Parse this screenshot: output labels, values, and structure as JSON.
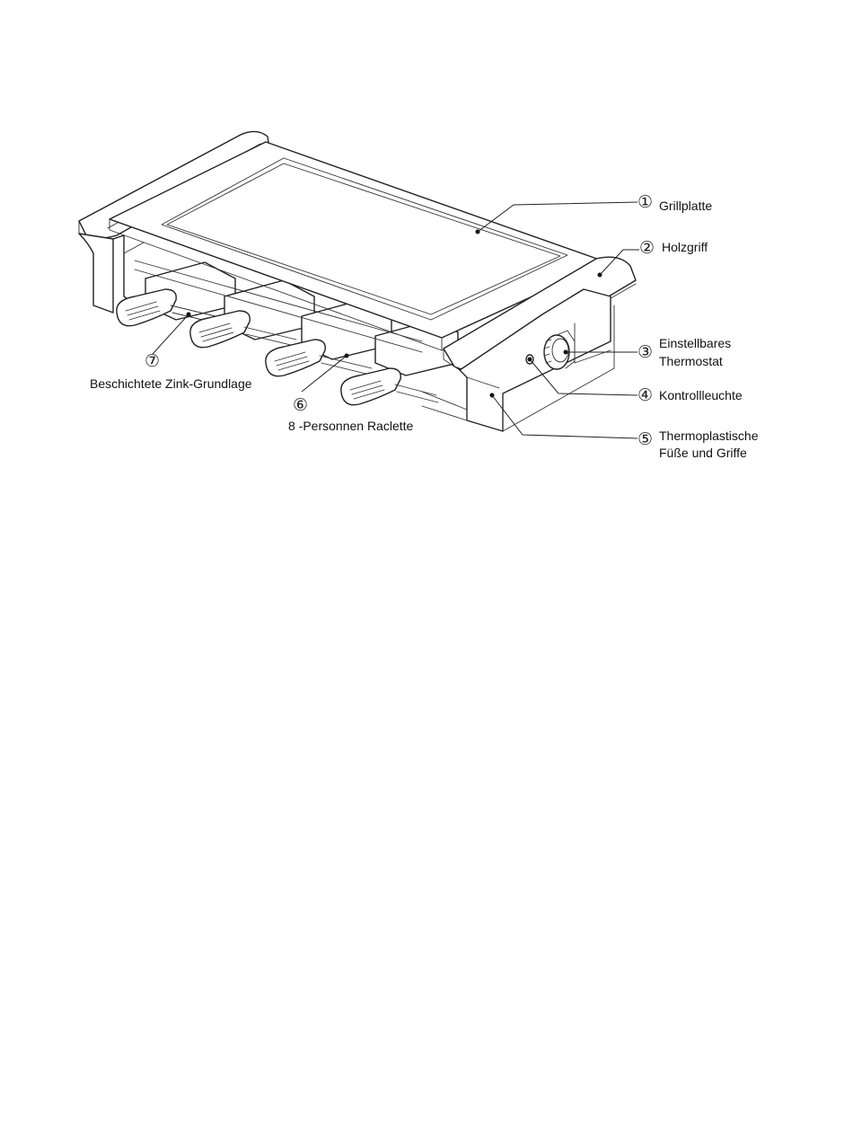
{
  "callouts": [
    {
      "num": "①",
      "label": "Grillplatte"
    },
    {
      "num": "②",
      "label": "Holzgriff"
    },
    {
      "num": "③",
      "label": "Einstellbares",
      "label2": "Thermostat"
    },
    {
      "num": "④",
      "label": "Kontrollleuchte"
    },
    {
      "num": "⑤",
      "label": "Thermoplastische",
      "label2": "Füße und Griffe"
    },
    {
      "num": "⑥",
      "label": "8 -Personnen Raclette"
    },
    {
      "num": "⑦",
      "label": "Beschichtete Zink-Grundlage"
    }
  ]
}
